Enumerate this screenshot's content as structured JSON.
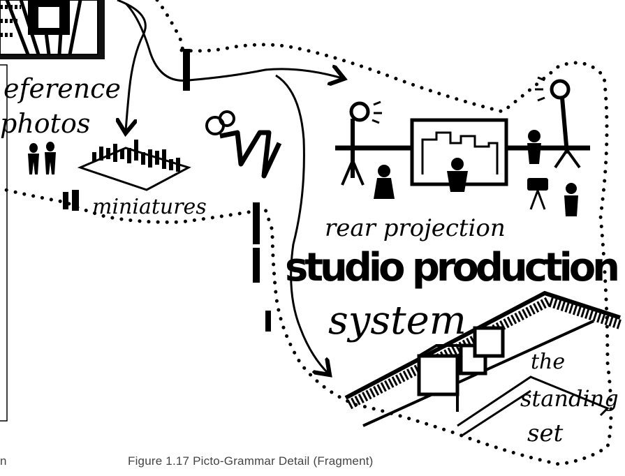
{
  "labels": {
    "reference": "eference",
    "photos": "photos",
    "miniatures": "miniatures",
    "rear_projection": "rear projection",
    "studio_production": "studio production",
    "system": "system",
    "the": "the",
    "standing": "standing",
    "set": "set"
  },
  "caption": "Figure 1.17  Picto-Grammar Detail (Fragment)",
  "left_fragment": "n"
}
